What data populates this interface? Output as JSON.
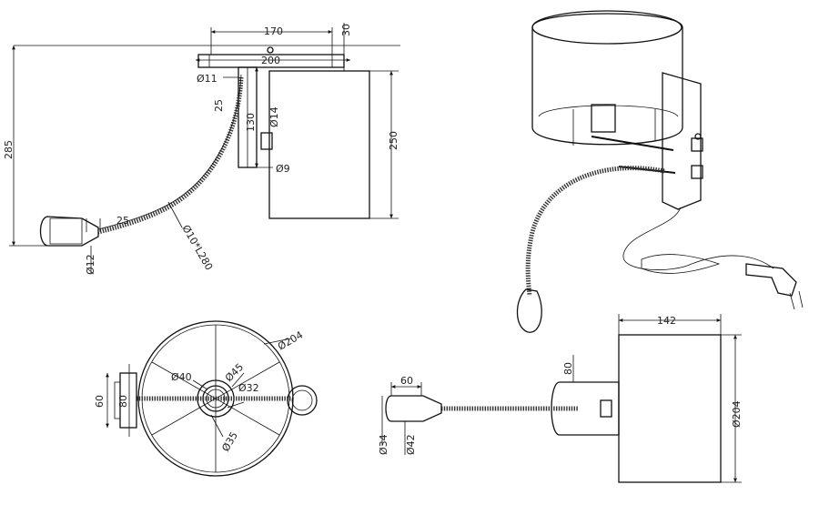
{
  "side_view": {
    "d170": "170",
    "d30": "30",
    "d200": "200",
    "d11": "Ø11",
    "d285": "285",
    "d250": "250",
    "d130": "130",
    "d25a": "25",
    "d14": "Ø14",
    "d9": "Ø9",
    "d25b": "25",
    "d12": "Ø12",
    "dL280": "Ø10*L280"
  },
  "top_view": {
    "d204": "Ø204",
    "d45": "Ø45",
    "d40": "Ø40",
    "d32": "Ø32",
    "d35": "Ø35",
    "d60": "60",
    "d80": "80"
  },
  "front_view": {
    "d142": "142",
    "d80": "80",
    "d60": "60",
    "d204": "Ø204",
    "d34": "Ø34",
    "d42": "Ø42"
  }
}
